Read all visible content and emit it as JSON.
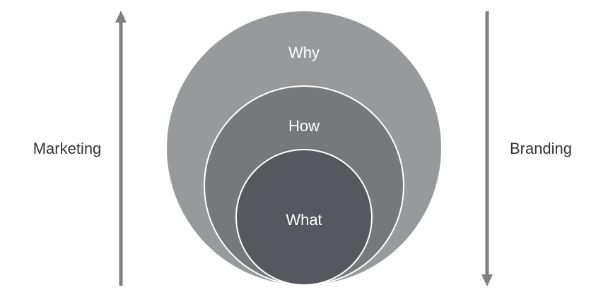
{
  "left_label": "Marketing",
  "right_label": "Branding",
  "circles": {
    "outer": {
      "label": "Why",
      "color": "#98999b"
    },
    "middle": {
      "label": "How",
      "color": "#76797c"
    },
    "inner": {
      "label": "What",
      "color": "#55585c"
    }
  },
  "arrow_color": "#7f7f7f",
  "text_color": "#333333"
}
